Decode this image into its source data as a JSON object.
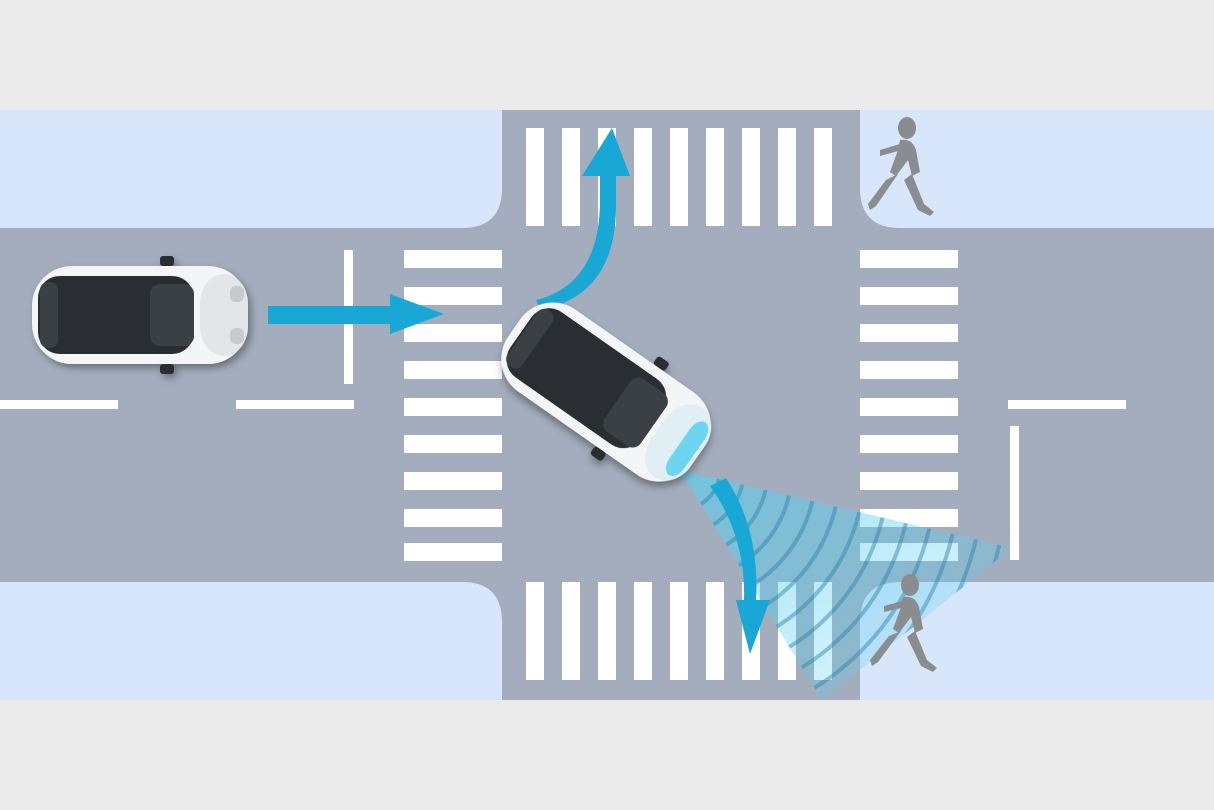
{
  "scene": {
    "colors": {
      "background": "#ebebeb",
      "sidewalk": "#d8e6fb",
      "road": "#a3adbd",
      "marking": "#ffffff",
      "arrow": "#19a8d6",
      "sensor": "#5ad0f0",
      "car_body": "#f4f5f6",
      "car_roof": "#2a2f33",
      "pedestrian": "#8a8d90"
    },
    "elements": {
      "road_layout": "four-way-intersection",
      "crosswalks": [
        "north",
        "south",
        "west",
        "east"
      ],
      "vehicles": [
        {
          "name": "approaching-car",
          "heading": "east"
        },
        {
          "name": "turning-car",
          "heading": "south-east",
          "sensor": "front-radar"
        }
      ],
      "arrows": [
        {
          "name": "straight-arrow",
          "direction": "east"
        },
        {
          "name": "left-turn-arrow",
          "direction": "north"
        },
        {
          "name": "right-turn-arrow",
          "direction": "south"
        }
      ],
      "pedestrians": [
        {
          "name": "pedestrian-north-east",
          "corner": "north-east"
        },
        {
          "name": "pedestrian-south-east",
          "corner": "south-east"
        }
      ]
    }
  }
}
